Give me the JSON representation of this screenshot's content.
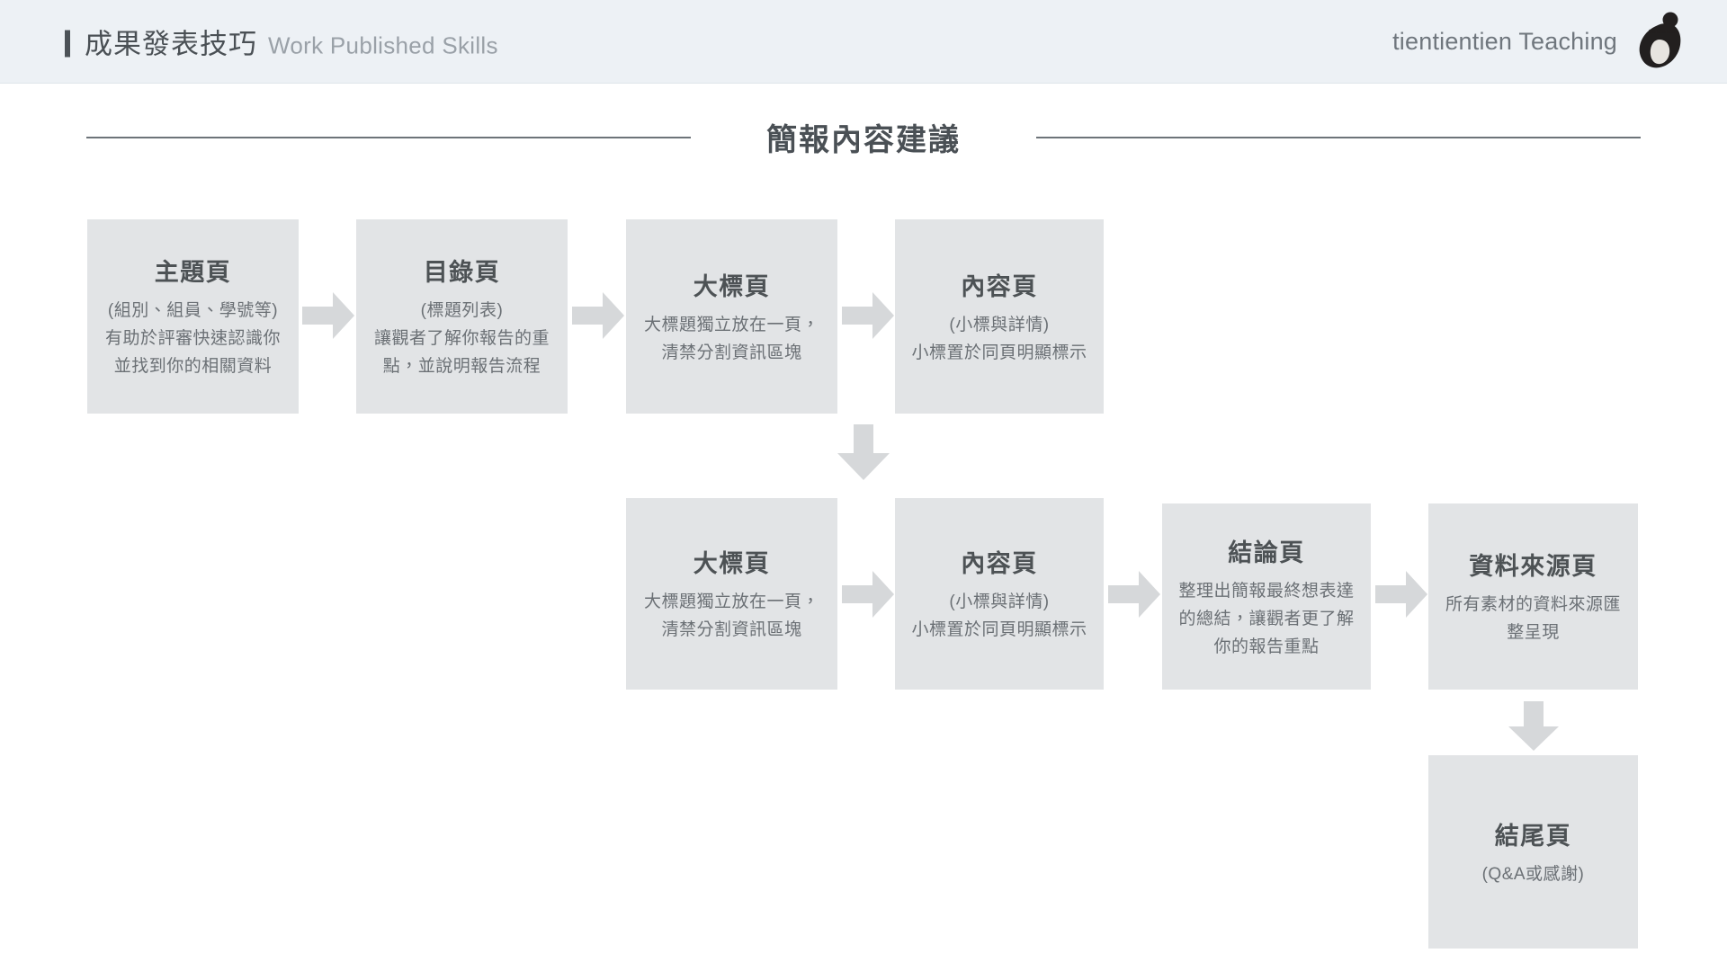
{
  "header": {
    "title_zh": "成果發表技巧",
    "title_en": "Work Published Skills",
    "brand": "tientientien Teaching",
    "logo_label": "tientientien",
    "accent_color": "#4c5257",
    "background_color": "#edf1f5"
  },
  "section": {
    "title": "簡報內容建議",
    "rule_color": "#6d7479"
  },
  "flow": {
    "node_bg": "#e2e4e6",
    "arrow_color": "#d6d8da",
    "nodes": [
      {
        "id": "node-topic-page",
        "title": "主題頁",
        "lines": [
          "(組別、組員、學號等)",
          "有助於評審快速認識你",
          "並找到你的相關資料"
        ]
      },
      {
        "id": "node-toc-page",
        "title": "目錄頁",
        "lines": [
          "(標題列表)",
          "讓觀者了解你報告的重",
          "點，並說明報告流程"
        ]
      },
      {
        "id": "node-heading-page-1",
        "title": "大標頁",
        "lines": [
          "大標題獨立放在一頁，",
          "清禁分割資訊區塊"
        ]
      },
      {
        "id": "node-content-page-1",
        "title": "內容頁",
        "lines": [
          "(小標與詳情)",
          "小標置於同頁明顯標示"
        ]
      },
      {
        "id": "node-heading-page-2",
        "title": "大標頁",
        "lines": [
          "大標題獨立放在一頁，",
          "清禁分割資訊區塊"
        ]
      },
      {
        "id": "node-content-page-2",
        "title": "內容頁",
        "lines": [
          "(小標與詳情)",
          "小標置於同頁明顯標示"
        ]
      },
      {
        "id": "node-conclusion-page",
        "title": "結論頁",
        "lines": [
          "整理出簡報最終想表達",
          "的總結，讓觀者更了解",
          "你的報告重點"
        ]
      },
      {
        "id": "node-sources-page",
        "title": "資料來源頁",
        "lines": [
          "所有素材的資料來源匯",
          "整呈現"
        ]
      },
      {
        "id": "node-ending-page",
        "title": "結尾頁",
        "lines": [
          "(Q&A或感謝)"
        ]
      }
    ]
  }
}
